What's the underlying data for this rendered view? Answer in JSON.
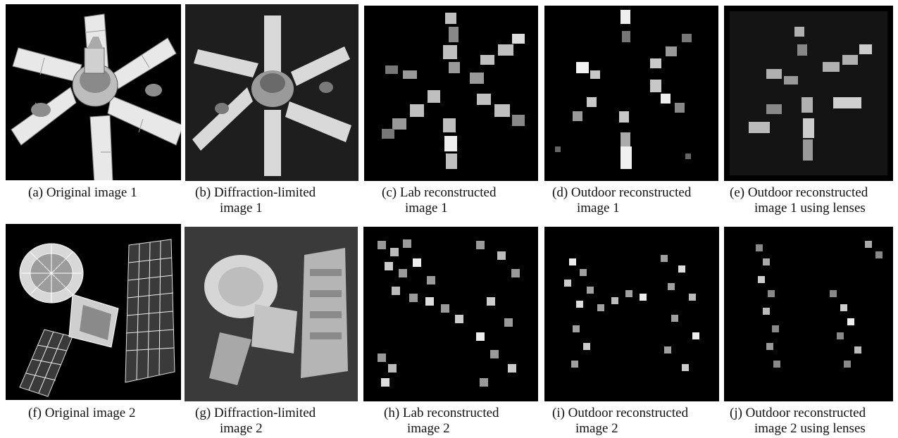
{
  "figure": {
    "row1": [
      {
        "caption_line1": "(a) Original image 1",
        "caption_line2": ""
      },
      {
        "caption_line1": "(b) Diffraction-limited",
        "caption_line2": "image 1"
      },
      {
        "caption_line1": "(c) Lab reconstructed",
        "caption_line2": "image 1"
      },
      {
        "caption_line1": "(d) Outdoor reconstructed",
        "caption_line2": "image 1"
      },
      {
        "caption_line1": "(e) Outdoor reconstructed",
        "caption_line2": "image 1 using lenses"
      }
    ],
    "row2": [
      {
        "caption_line1": "(f) Original image 2",
        "caption_line2": ""
      },
      {
        "caption_line1": "(g) Diffraction-limited",
        "caption_line2": "image 2"
      },
      {
        "caption_line1": "(h) Lab reconstructed",
        "caption_line2": "image 2"
      },
      {
        "caption_line1": "(i) Outdoor reconstructed",
        "caption_line2": "image 2"
      },
      {
        "caption_line1": "(j) Outdoor reconstructed",
        "caption_line2": "image 2 using lenses"
      }
    ]
  }
}
